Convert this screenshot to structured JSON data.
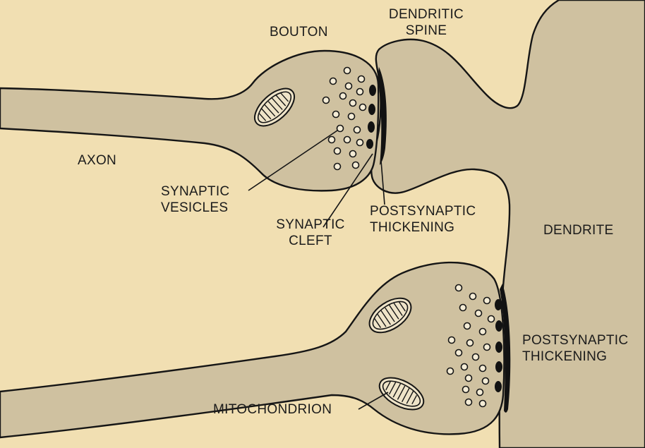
{
  "labels": {
    "bouton": "BOUTON",
    "dendritic_spine": [
      "DENDRITIC",
      "SPINE"
    ],
    "axon": "AXON",
    "synaptic_vesicles": [
      "SYNAPTIC",
      "VESICLES"
    ],
    "synaptic_cleft": [
      "SYNAPTIC",
      "CLEFT"
    ],
    "postsynaptic_thickening_upper": [
      "POSTSYNAPTIC",
      "THICKENING"
    ],
    "dendrite": "DENDRITE",
    "postsynaptic_thickening_lower": [
      "POSTSYNAPTIC",
      "THICKENING"
    ],
    "mitochondrion": "MITOCHONDRION"
  },
  "colors": {
    "background": "#f1dfb2",
    "tissue": "#cfc1a0",
    "outline": "#151515"
  }
}
